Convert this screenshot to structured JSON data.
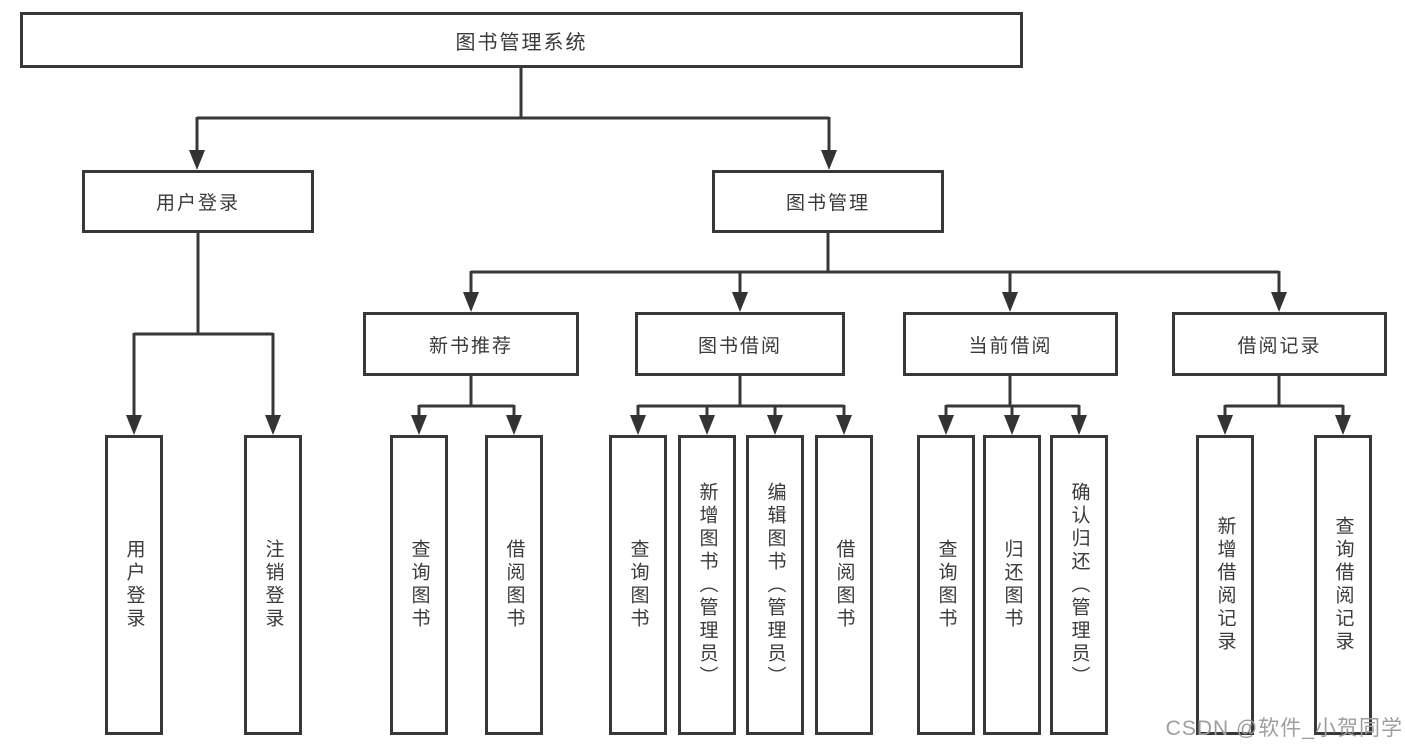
{
  "diagram": {
    "title": "图书管理系统",
    "root": {
      "label": "图书管理系统"
    },
    "level2": [
      {
        "label": "用户登录"
      },
      {
        "label": "图书管理"
      }
    ],
    "level3": [
      {
        "label": "新书推荐"
      },
      {
        "label": "图书借阅"
      },
      {
        "label": "当前借阅"
      },
      {
        "label": "借阅记录"
      }
    ],
    "leaves": {
      "user_login": [
        "用户登录",
        "注销登录"
      ],
      "new_book": [
        "查询图书",
        "借阅图书"
      ],
      "book_borrow": [
        "查询图书",
        "新增图书（管理员）",
        "编辑图书（管理员）",
        "借阅图书"
      ],
      "current_borrow": [
        "查询图书",
        "归还图书",
        "确认归还（管理员）"
      ],
      "borrow_record": [
        "新增借阅记录",
        "查询借阅记录"
      ]
    }
  },
  "watermark": {
    "text": "CSDN @软件_小贺同学"
  },
  "colors": {
    "line": "#383838",
    "arrow": "#333333",
    "text": "#3a3a3a",
    "background": "#ffffff",
    "watermark": "#9e9e9e"
  }
}
